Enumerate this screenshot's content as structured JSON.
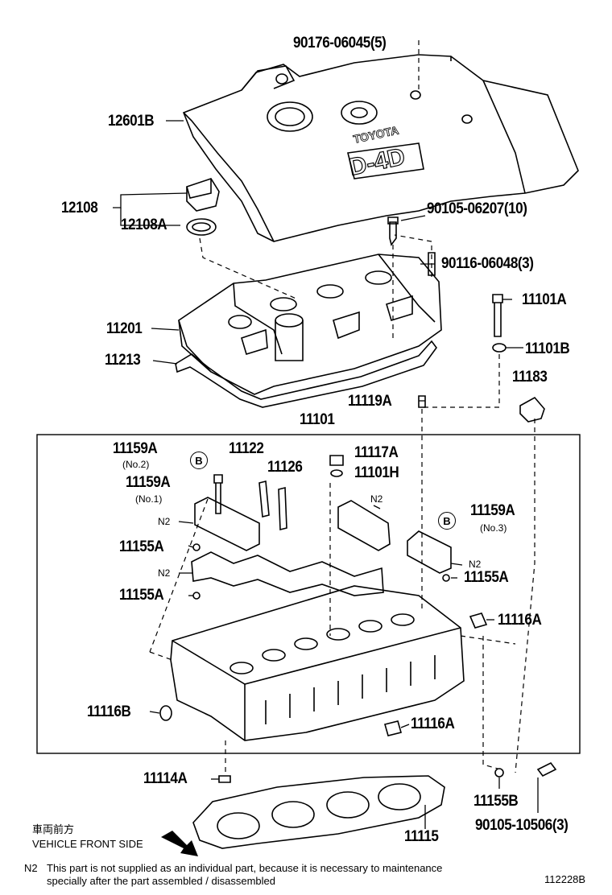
{
  "labels": {
    "p90176": "90176-06045(5)",
    "p12601b": "12601B",
    "p12108": "12108",
    "p12108a": "12108A",
    "p90105a": "90105-06207(10)",
    "p90116": "90116-06048(3)",
    "p11101a": "11101A",
    "p11201": "11201",
    "p11101b": "11101B",
    "p11213": "11213",
    "p11183": "11183",
    "p11119a": "11119A",
    "p11101": "11101",
    "p11159a_1": "11159A",
    "p11159a_2": "11159A",
    "p11159a_3": "11159A",
    "p11122": "11122",
    "p11126": "11126",
    "p11117a": "11117A",
    "p11101h": "11101H",
    "p11155a_1": "11155A",
    "p11155a_2": "11155A",
    "p11155a_3": "11155A",
    "p11116a_1": "11116A",
    "p11116a_2": "11116A",
    "p11116b": "11116B",
    "p11114a": "11114A",
    "p11155b": "11155B",
    "p90105b": "90105-10506(3)",
    "p11115": "11115"
  },
  "sublabels": {
    "no2": "(No.2)",
    "no1": "(No.1)",
    "no3": "(No.3)",
    "n2_a": "N2",
    "n2_b": "N2",
    "n2_c": "N2",
    "n2_d": "N2"
  },
  "markers": {
    "b1": "B",
    "b2": "B"
  },
  "cover_text": {
    "brand": "TOYOTA",
    "model": "D-4D"
  },
  "footer": {
    "front_jp": "車両前方",
    "front_en": "VEHICLE FRONT SIDE",
    "note_key": "N2",
    "note_line1": "This part is not supplied as an individual part, because it is necessary to maintenance",
    "note_line2": "specially after the part assembled / disassembled",
    "ref_code": "112228B"
  }
}
